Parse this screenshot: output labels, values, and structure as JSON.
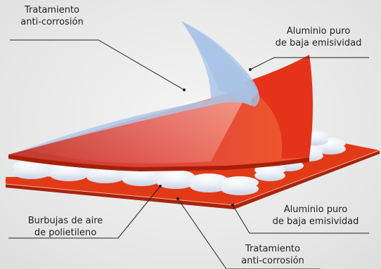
{
  "labels": {
    "top_left": {
      "line1": "Tratamiento",
      "line2": "anti-corrosión"
    },
    "top_right": {
      "line1": "Aluminio puro",
      "line2": "de baja emisividad"
    },
    "bottom_left": {
      "line1": "Burbujas de aire",
      "line2": "de polietileno"
    },
    "bottom_right": {
      "line1": "Aluminio puro",
      "line2": "de baja emisividad"
    },
    "bottom_center": {
      "line1": "Tratamiento",
      "line2": "anti-corrosión"
    }
  },
  "colors": {
    "foil_red": "#e23a17",
    "foil_red_dark": "#b9240c",
    "bubble_white": "#ffffff",
    "bubble_shade": "#c9d3e6",
    "coating_blue": "#b7cfe9",
    "leader_line": "#222222"
  }
}
